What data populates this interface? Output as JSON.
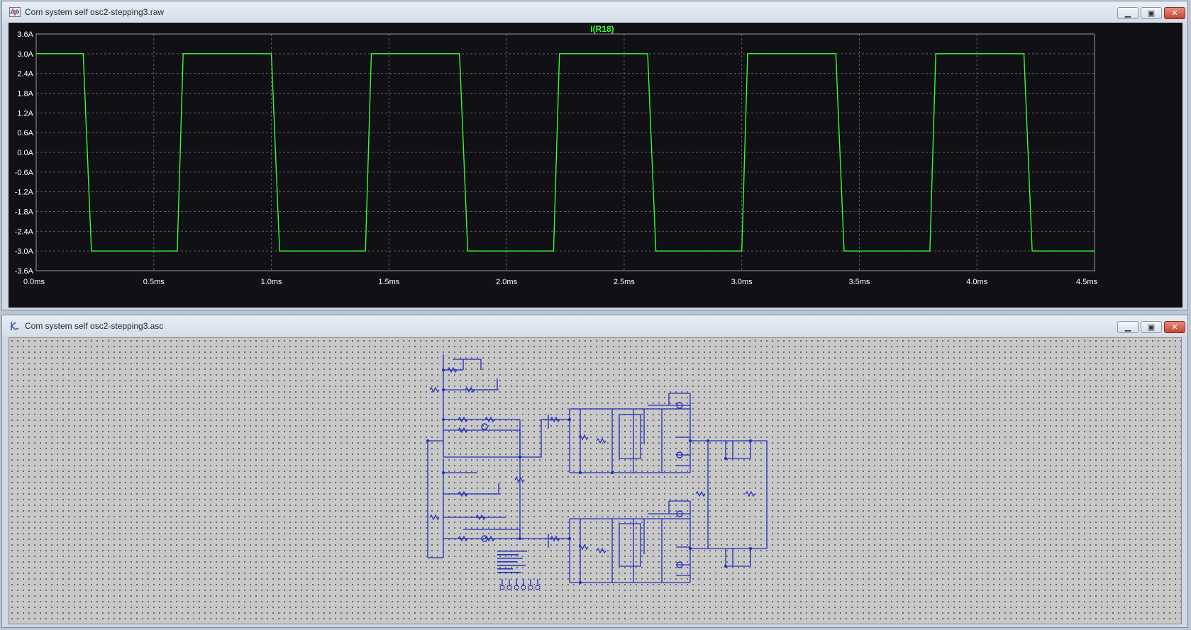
{
  "plot_window": {
    "title": "Com system self osc2-stepping3.raw",
    "trace_label": "I(R18)",
    "trace_color": "#33ff33"
  },
  "schematic_window": {
    "title": "Com system self osc2-stepping3.asc",
    "wire_color": "#1f2dbb"
  },
  "chart_data": {
    "type": "line",
    "title": "I(R18)",
    "xlabel": "",
    "ylabel": "",
    "x_ticks": [
      "0.0ms",
      "0.5ms",
      "1.0ms",
      "1.5ms",
      "2.0ms",
      "2.5ms",
      "3.0ms",
      "3.5ms",
      "4.0ms",
      "4.5ms"
    ],
    "y_ticks": [
      "3.6A",
      "3.0A",
      "2.4A",
      "1.8A",
      "1.2A",
      "0.6A",
      "0.0A",
      "-0.6A",
      "-1.2A",
      "-1.8A",
      "-2.4A",
      "-3.0A",
      "-3.6A"
    ],
    "xlim": [
      0,
      4.5
    ],
    "ylim": [
      -3.6,
      3.6
    ],
    "grid": true,
    "series": [
      {
        "name": "I(R18)",
        "color": "#33ff33",
        "x": [
          0.0,
          0.2,
          0.235,
          0.6,
          0.625,
          1.0,
          1.035,
          1.4,
          1.425,
          1.8,
          1.835,
          2.2,
          2.225,
          2.6,
          2.635,
          3.0,
          3.025,
          3.4,
          3.435,
          3.8,
          3.825,
          4.2,
          4.235,
          4.5
        ],
        "y": [
          3.0,
          3.0,
          -3.0,
          -3.0,
          3.0,
          3.0,
          -3.0,
          -3.0,
          3.0,
          3.0,
          -3.0,
          -3.0,
          3.0,
          3.0,
          -3.0,
          -3.0,
          3.0,
          3.0,
          -3.0,
          -3.0,
          3.0,
          3.0,
          -3.0,
          -3.0
        ]
      }
    ]
  }
}
